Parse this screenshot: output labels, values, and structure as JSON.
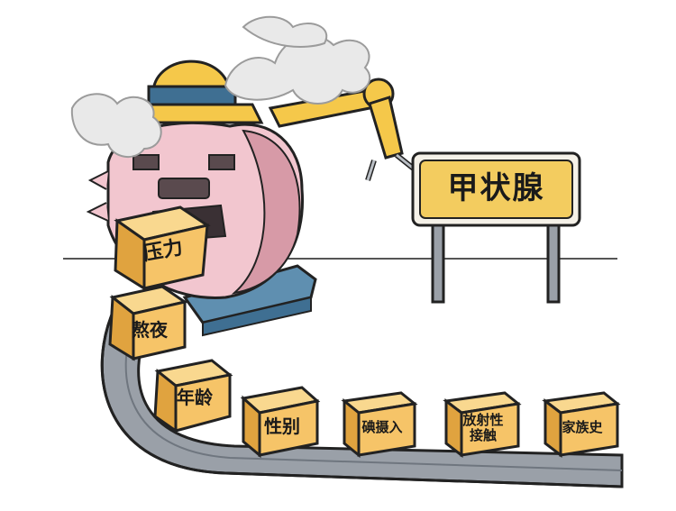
{
  "sign": {
    "text": "甲状腺"
  },
  "factors": [
    {
      "label": "压力"
    },
    {
      "label": "熬夜"
    },
    {
      "label": "年龄"
    },
    {
      "label": "性别"
    },
    {
      "label": "碘摄入"
    },
    {
      "label": "放射性\n接触"
    },
    {
      "label": "家族史"
    }
  ],
  "colors": {
    "box_front": "#f6c468",
    "box_side": "#e0a33f",
    "box_top": "#f9d88f",
    "machine_pink": "#f2c6cf",
    "machine_shadow": "#d79aa7",
    "helmet_yellow": "#f5c84a",
    "belt_gray": "#9aa0a8",
    "belt_dark": "#6f767f",
    "conveyor_blue": "#5f8fb0",
    "sign_board": "#f3cc5f",
    "steam": "#e9e9e9"
  },
  "icons": [
    "steam-icon",
    "robot-arm-icon",
    "pig-machine-icon"
  ]
}
